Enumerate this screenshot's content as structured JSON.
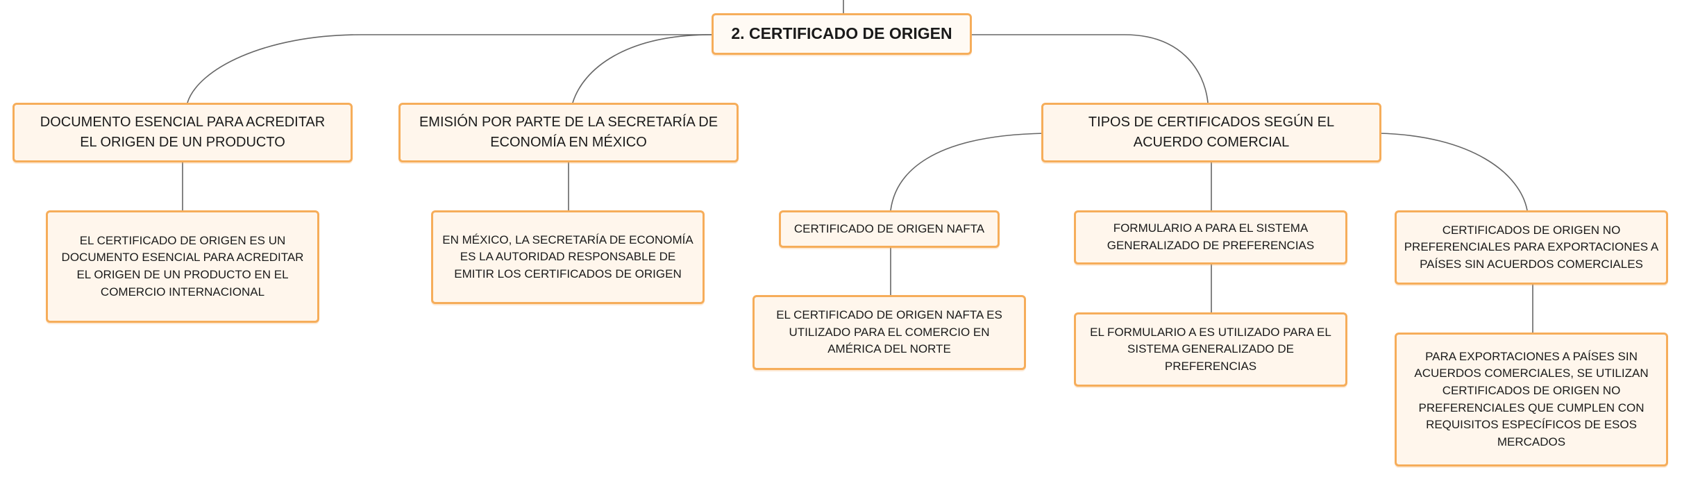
{
  "root": {
    "label": "2. CERTIFICADO DE ORIGEN"
  },
  "branches": [
    {
      "label": "DOCUMENTO ESENCIAL PARA ACREDITAR EL ORIGEN DE UN PRODUCTO"
    },
    {
      "label": "EMISIÓN POR PARTE DE LA SECRETARÍA DE ECONOMÍA EN MÉXICO"
    },
    {
      "label": "TIPOS DE CERTIFICADOS SEGÚN EL ACUERDO COMERCIAL"
    }
  ],
  "details": [
    {
      "label": "EL CERTIFICADO DE ORIGEN ES UN DOCUMENTO ESENCIAL PARA ACREDITAR EL ORIGEN DE UN PRODUCTO EN EL COMERCIO INTERNACIONAL"
    },
    {
      "label": "EN MÉXICO, LA SECRETARÍA DE ECONOMÍA ES LA AUTORIDAD RESPONSABLE DE EMITIR LOS CERTIFICADOS DE ORIGEN"
    },
    {
      "label": "CERTIFICADO DE ORIGEN NAFTA"
    },
    {
      "label": "FORMULARIO A PARA EL SISTEMA GENERALIZADO DE PREFERENCIAS"
    },
    {
      "label": "CERTIFICADOS DE ORIGEN NO PREFERENCIALES PARA EXPORTACIONES A PAÍSES SIN ACUERDOS COMERCIALES"
    },
    {
      "label": "EL CERTIFICADO DE ORIGEN NAFTA ES UTILIZADO PARA EL COMERCIO EN AMÉRICA DEL NORTE"
    },
    {
      "label": "EL FORMULARIO A ES UTILIZADO PARA EL SISTEMA GENERALIZADO DE PREFERENCIAS"
    },
    {
      "label": "PARA EXPORTACIONES A PAÍSES SIN ACUERDOS COMERCIALES, SE UTILIZAN CERTIFICADOS DE ORIGEN NO PREFERENCIALES QUE CUMPLEN CON REQUISITOS ESPECÍFICOS DE ESOS MERCADOS"
    }
  ]
}
